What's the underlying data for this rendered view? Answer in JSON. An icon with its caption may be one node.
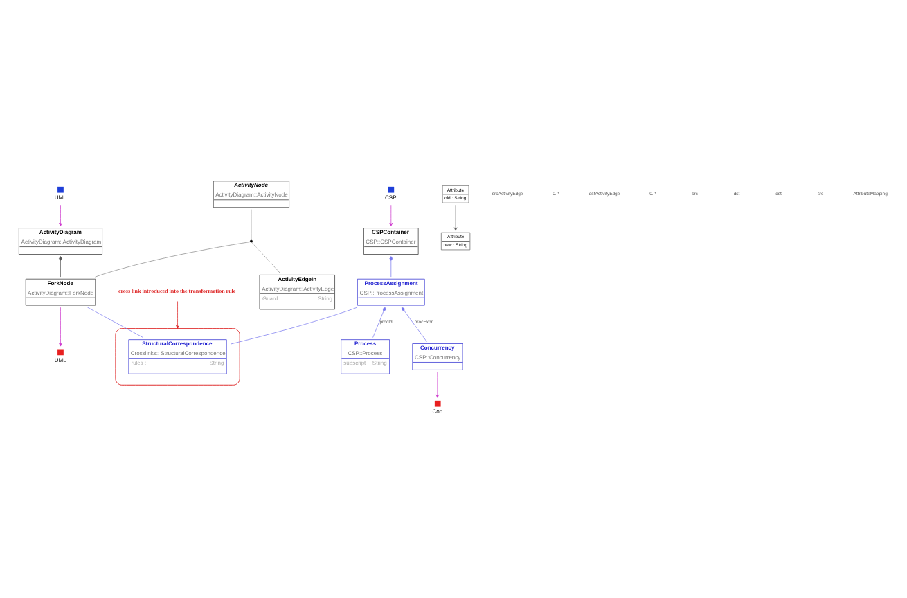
{
  "diagram": {
    "nodes": [
      {
        "text": [
          "UML"
        ]
      },
      {
        "text": [
          "ActivityDiagram",
          "ActivityDiagram::ActivityDiagram"
        ]
      },
      {
        "text": [
          "ActivityNode",
          "ActivityDiagram::ActivityNode"
        ]
      },
      {
        "text": [
          "ActivityEdgeIn",
          "ActivityDiagram::ActivityEdge",
          "Guard :",
          "String"
        ]
      },
      {
        "text": [],
        "shape": "point"
      },
      {
        "text": [
          "ForkNode",
          "ActivityDiagram::ForkNode"
        ]
      },
      {
        "text": [
          "UML"
        ]
      },
      {
        "text": [
          "cross link introduced into the transformation rule"
        ]
      },
      {
        "text": [
          "CSP"
        ]
      },
      {
        "text": [
          "CSPContainer",
          "CSP::CSPContainer"
        ]
      },
      {
        "text": [],
        "shape": "ellipse"
      },
      {
        "text": [
          "StructuralCorrespondence",
          "Crosslinks:: StructuralCorrespondence",
          "rules :",
          "String"
        ],
        "in": 10
      },
      {
        "text": [
          "ProcessAssignment",
          "CSP::ProcessAssignment"
        ]
      },
      {
        "text": [
          "Process",
          "CSP::Process",
          "subscript :",
          "String"
        ]
      },
      {
        "text": [
          "Concurrency",
          "CSP::Concurrency"
        ]
      },
      {
        "text": [
          "Con"
        ]
      },
      {
        "text": [
          "Attribute",
          "old : String"
        ]
      },
      {
        "text": [
          "Attribute",
          "new : String"
        ]
      }
    ],
    "edges": [
      {
        "from": 0,
        "to": 1,
        "arrow": "to",
        "color": "#cc33cc"
      },
      {
        "from": 1,
        "to": 5,
        "arrow": "other",
        "color": "#555555"
      },
      {
        "from": 2,
        "to": 4,
        "arrow": "none",
        "color": "#888888"
      },
      {
        "from": 4,
        "to": 5,
        "arrow": "none",
        "color": "#888888"
      },
      {
        "from": 4,
        "to": 3,
        "arrow": "none",
        "style": "dashed",
        "color": "#888888"
      },
      {
        "from": 5,
        "to": 6,
        "arrow": "to",
        "color": "#cc33cc"
      },
      {
        "from": 5,
        "to": 11,
        "arrow": "none"
      },
      {
        "from": 7,
        "to": 10,
        "arrow": "to",
        "color": "#dd2222"
      },
      {
        "from": 8,
        "to": 9,
        "arrow": "to",
        "color": "#cc33cc"
      },
      {
        "from": 9,
        "to": 12,
        "arrow": "other"
      },
      {
        "from": 12,
        "to": 11,
        "arrow": "none"
      },
      {
        "from": 12,
        "to": 13,
        "arrow": "other",
        "label": "procId"
      },
      {
        "from": 12,
        "to": 14,
        "arrow": "other",
        "label": "procExpr"
      },
      {
        "from": 14,
        "to": 15,
        "arrow": "to",
        "color": "#cc33cc"
      },
      {
        "from": 16,
        "to": 17,
        "arrow": "to",
        "color": "#555555"
      }
    ],
    "labels": [
      "srcActivityEdge",
      "0..*",
      "dstActivityEdge",
      "0..*",
      "src",
      "dst",
      "dst",
      "src",
      "AttributeMapping"
    ]
  }
}
